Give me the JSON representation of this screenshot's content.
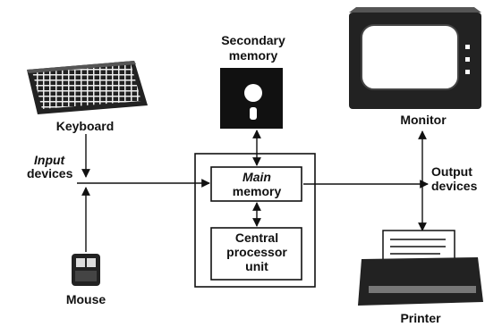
{
  "labels": {
    "secondary_memory_line1": "Secondary",
    "secondary_memory_line2": "memory",
    "keyboard": "Keyboard",
    "monitor": "Monitor",
    "input_line1": "Input",
    "input_line2": "devices",
    "output_line1": "Output",
    "output_line2": "devices",
    "main_memory_line1": "Main",
    "main_memory_line2": "memory",
    "cpu_line1": "Central",
    "cpu_line2": "processor",
    "cpu_line3": "unit",
    "mouse": "Mouse",
    "printer": "Printer"
  }
}
